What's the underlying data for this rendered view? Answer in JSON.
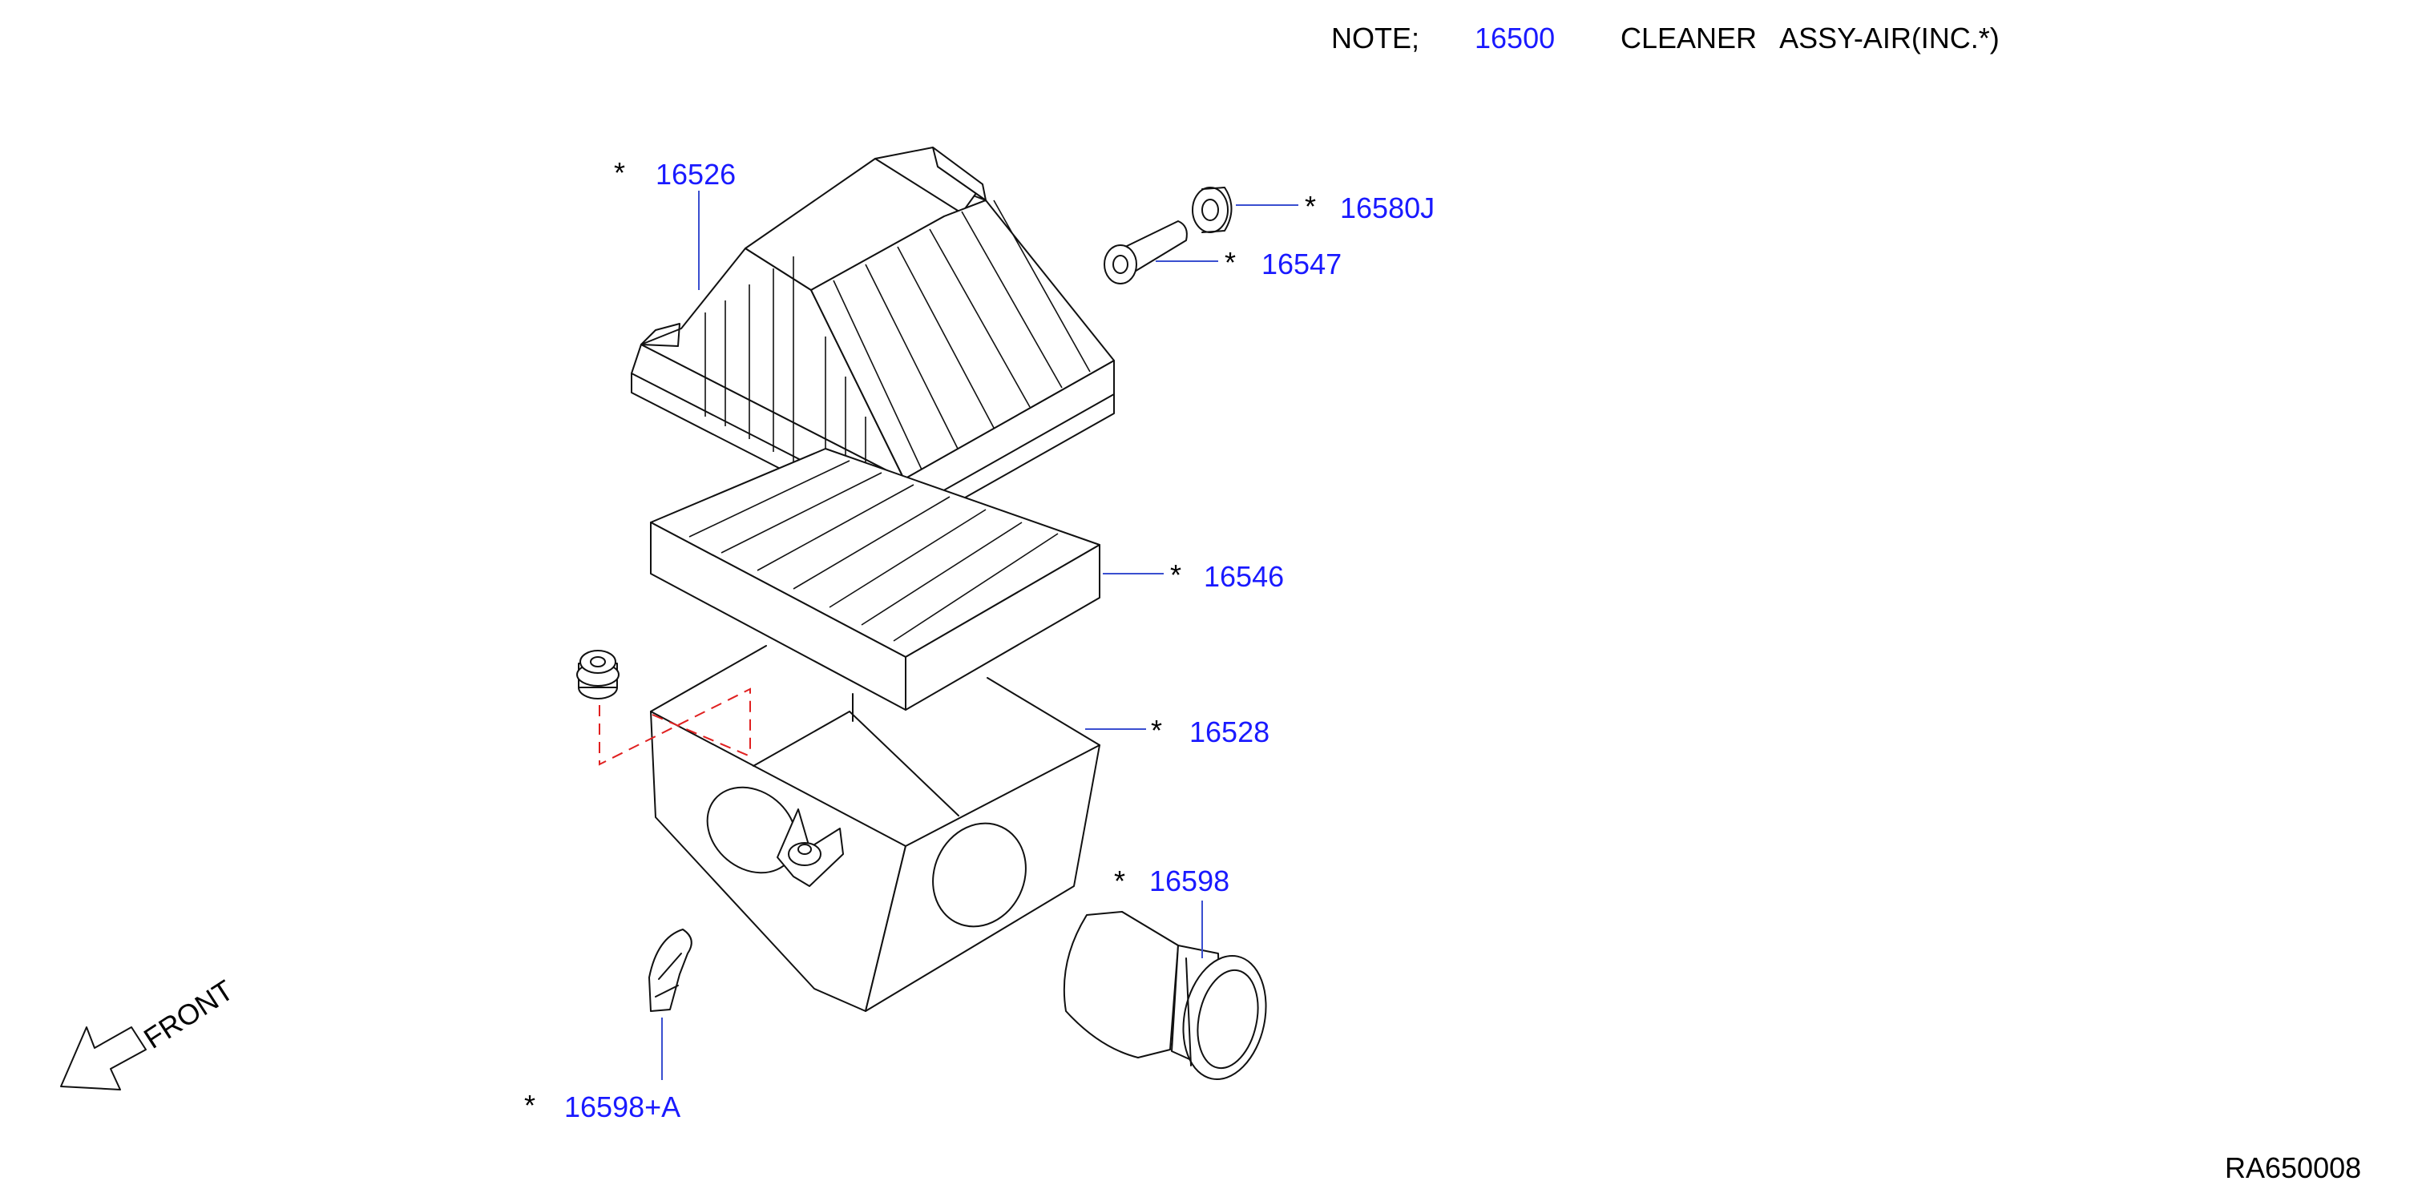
{
  "note": {
    "prefix": "NOTE;",
    "part_number": "16500",
    "description": "CLEANER   ASSY-AIR(INC.*)"
  },
  "callouts": [
    {
      "id": "16526",
      "marker": "*",
      "label": "16526"
    },
    {
      "id": "16580J",
      "marker": "*",
      "label": "16580J"
    },
    {
      "id": "16547",
      "marker": "*",
      "label": "16547"
    },
    {
      "id": "16546",
      "marker": "*",
      "label": "16546"
    },
    {
      "id": "16528",
      "marker": "*",
      "label": "16528"
    },
    {
      "id": "16598",
      "marker": "*",
      "label": "16598"
    },
    {
      "id": "16598A",
      "marker": "*",
      "label": "16598+A"
    }
  ],
  "front_label": "FRONT",
  "reference_code": "RA650008",
  "colors": {
    "part_number": "#1a1aff",
    "leader_line": "#3a4fd0",
    "dashed_mount": "#e02020",
    "drawing": "#111111"
  }
}
